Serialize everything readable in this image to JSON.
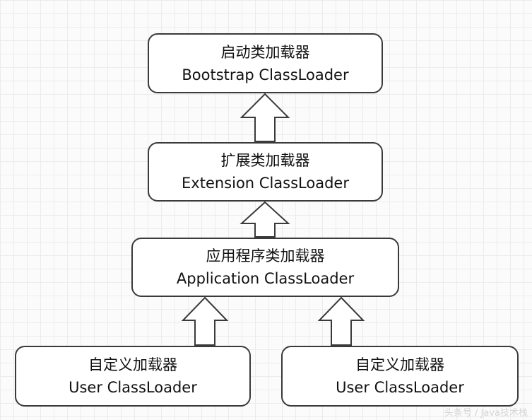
{
  "nodes": {
    "bootstrap": {
      "zh": "启动类加载器",
      "en": "Bootstrap ClassLoader"
    },
    "extension": {
      "zh": "扩展类加载器",
      "en": "Extension ClassLoader"
    },
    "application": {
      "zh": "应用程序类加载器",
      "en": "Application ClassLoader"
    },
    "user1": {
      "zh": "自定义加载器",
      "en": "User ClassLoader"
    },
    "user2": {
      "zh": "自定义加载器",
      "en": "User ClassLoader"
    }
  },
  "watermark": "头条号 / Java技术栈"
}
